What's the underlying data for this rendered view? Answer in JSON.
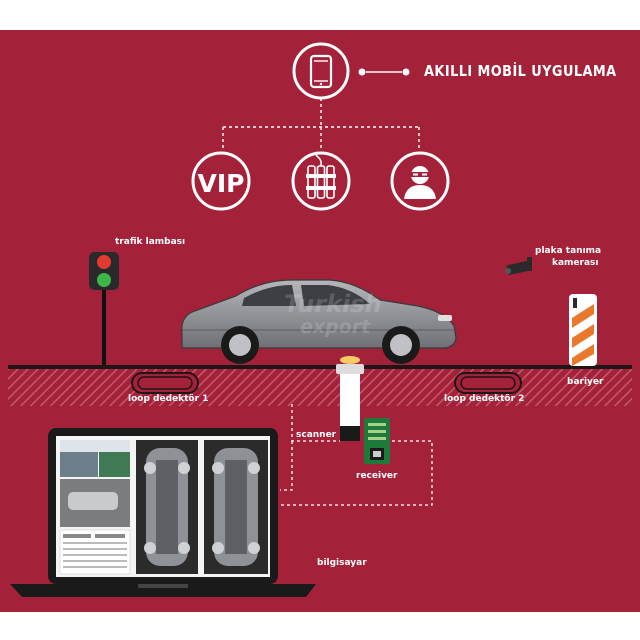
{
  "title": "AKILLI MOBİL UYGULAMA",
  "icons": {
    "phone": "mobile-phone-icon",
    "vip": "VIP",
    "bomb": "dynamite-icon",
    "thief": "masked-thief-icon"
  },
  "labels": {
    "traffic_light": "trafik lambası",
    "camera_line1": "plaka tanıma",
    "camera_line2": "kamerası",
    "loop1": "loop dedektör 1",
    "loop2": "loop dedektör 2",
    "barrier": "bariyer",
    "scanner": "scanner",
    "receiver": "receiver",
    "computer": "bilgisayar"
  },
  "watermark": {
    "line1": "Turkish",
    "line2": "export"
  },
  "colors": {
    "background": "#a4213a",
    "foreground": "#ffffff",
    "road": "#1f1416",
    "car": "#8a8c90",
    "light_red": "#e23b32",
    "light_green": "#3fb54a",
    "barrier_stripe": "#e8782c"
  }
}
